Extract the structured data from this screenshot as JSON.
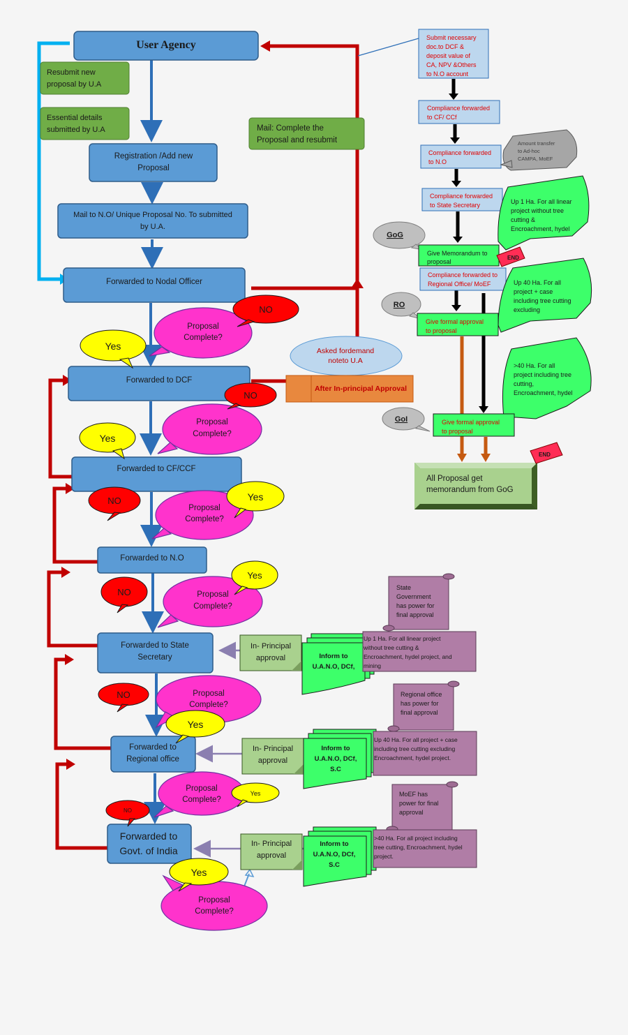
{
  "main": {
    "user_agency": "User Agency",
    "resubmit": [
      "Resubmit new",
      "proposal by U.A"
    ],
    "essential": [
      "Essential details",
      "submitted by U.A"
    ],
    "registration": [
      "Registration /Add new",
      "Proposal"
    ],
    "mail_no": [
      "Mail to N.O/ Unique Proposal No. To submitted",
      "by U.A."
    ],
    "mail_complete": [
      "Mail: Complete the",
      "Proposal and resubmit"
    ],
    "nodal": "Forwarded to Nodal Officer",
    "dcf": "Forwarded to DCF",
    "cf": "Forwarded to CF/CCF",
    "no_box": "Forwarded to N.O",
    "state": [
      "Forwarded to State",
      "Secretary"
    ],
    "regional": [
      "Forwarded to",
      "Regional office"
    ],
    "goi": [
      "Forwarded to",
      "Govt. of India"
    ],
    "asked": [
      "Asked fordemand",
      "noteto U.A"
    ],
    "after": "After In-principal Approval"
  },
  "bubbles": {
    "proposal": [
      "Proposal",
      "Complete?"
    ],
    "yes": "Yes",
    "no": "NO"
  },
  "right": {
    "submit_doc": [
      "Submit necessary",
      "doc.to DCF &",
      "deposit value of",
      "CA, NPV &Others",
      "to N.O account"
    ],
    "comp_cf": [
      "Compliance forwarded",
      "to CF/ CCf"
    ],
    "comp_no": [
      "Compliance forwarded",
      "to N.O"
    ],
    "amount": [
      "Amount transfer",
      "to Ad-hoc",
      "CAMPA, MoEF"
    ],
    "comp_ss": [
      "Compliance forwarded",
      "to State Secretary"
    ],
    "up1": [
      "Up 1 Ha. For all linear",
      "project without tree",
      "cutting &",
      "Encroachment, hydel"
    ],
    "gog": "GoG",
    "memo": [
      "Give Memorandum to",
      "proposal"
    ],
    "end": "END",
    "comp_ro": [
      "Compliance forwarded to",
      "Regional Office/ MoEF"
    ],
    "up40": [
      "Up 40 Ha. For all",
      "project + case",
      "including tree cutting",
      "excluding"
    ],
    "ro": "RO",
    "formal": [
      "Give formal approval",
      "to proposal"
    ],
    "gt40": [
      ">40 Ha. For all",
      "project including tree",
      "cutting,",
      "Encroachment, hydel"
    ],
    "goi": "GoI",
    "all_memo": [
      "All Proposal get",
      "memorandum from GoG"
    ]
  },
  "bottom": {
    "inprincipal": [
      "In- Principal",
      "approval"
    ],
    "inform1": [
      "Inform to",
      "U.A.N.O, DCf,"
    ],
    "inform2": [
      "Inform to",
      "U.A.N.O, DCf,",
      "S.C"
    ],
    "state_power": [
      "State",
      "Government",
      "has power for",
      "final approval"
    ],
    "up1_purple": [
      "Up 1 Ha. For all linear project",
      "without tree cutting &",
      "Encroachment, hydel project, and",
      "mining"
    ],
    "regional_power": [
      "Regional office",
      "has power for",
      "final approval"
    ],
    "up40_purple": [
      "Up 40 Ha. For all project + case",
      "including tree cutting excluding",
      "Encroachment, hydel project."
    ],
    "moef_power": [
      "MoEF has",
      "power for final",
      "approval"
    ],
    "gt40_purple": [
      ">40 Ha. For all project including",
      "tree cutting, Encroachment, hydel",
      "project."
    ]
  }
}
